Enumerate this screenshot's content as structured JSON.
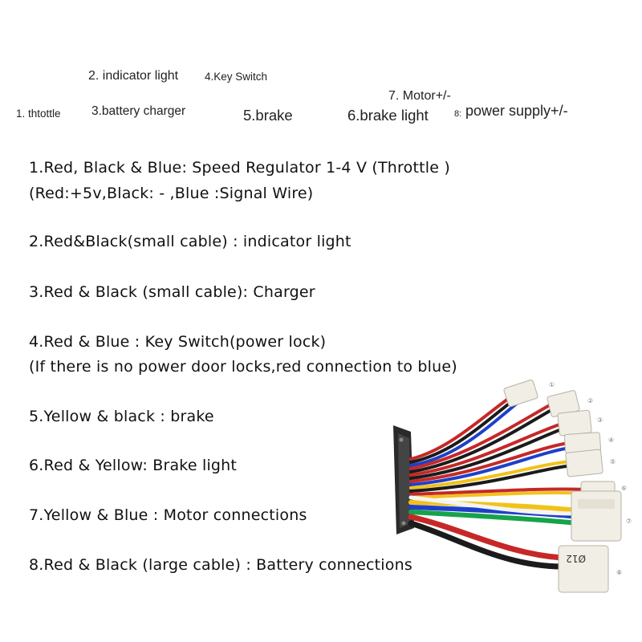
{
  "top_labels": {
    "indicator_light": "2. indicator light",
    "key_switch": "4.Key Switch",
    "motor": "7. Motor+/-",
    "throttle": "1. thtottle",
    "battery_charger": "3.battery charger",
    "brake": "5.brake",
    "brake_light": "6.brake light",
    "power_supply_prefix": "8:",
    "power_supply": "power supply+/-"
  },
  "descriptions": {
    "d1_line1": "1.Red, Black & Blue: Speed Regulator 1-4 V (Throttle )",
    "d1_line2": "(Red:+5v,Black: - ,Blue :Signal Wire)",
    "d2": "2.Red&Black(small cable) : indicator light",
    "d3": "3.Red & Black (small cable): Charger",
    "d4_line1": "4.Red & Blue : Key Switch(power lock)",
    "d4_line2": "(If there is no power door locks,red connection to blue)",
    "d5": "5.Yellow & black : brake",
    "d6": "6.Red & Yellow: Brake light",
    "d7": "7.Yellow & Blue : Motor connections",
    "d8": "8.Red & Black (large cable) : Battery connections"
  },
  "connector_numbers": [
    "①",
    "②",
    "③",
    "④",
    "⑤",
    "⑥",
    "⑦",
    "⑧"
  ],
  "connector_marking": "Ø12",
  "colors": {
    "red": "#c62828",
    "black": "#1b1b1b",
    "blue": "#1e40c8",
    "yellow": "#f2c21b",
    "white": "#f4f4f4",
    "connector": "#f1eee6"
  }
}
